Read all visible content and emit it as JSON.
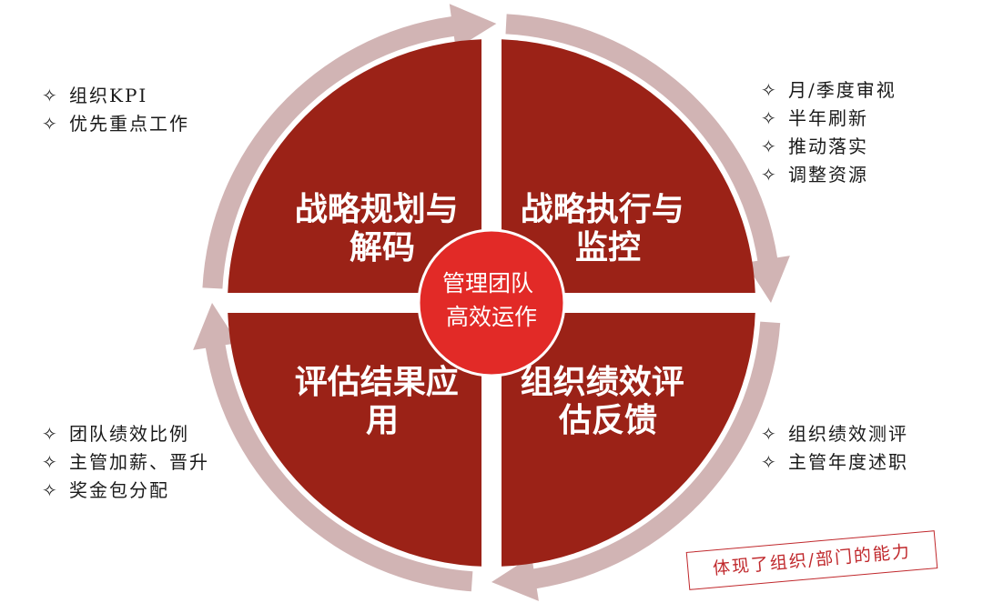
{
  "colors": {
    "quadrant": "#9b2217",
    "ring": "#d1b4b4",
    "center": "#e22a27",
    "callout": "#c0282c"
  },
  "quadrants": {
    "top_left": {
      "line1": "战略规划与",
      "line2": "解码"
    },
    "top_right": {
      "line1": "战略执行与",
      "line2": "监控"
    },
    "bottom_right": {
      "line1": "组织绩效评",
      "line2": "估反馈"
    },
    "bottom_left": {
      "line1": "评估结果应",
      "line2": "用"
    }
  },
  "center": {
    "line1": "管理团队",
    "line2": "高效运作"
  },
  "bullet_icon": "diamond-star-icon",
  "bullet_symbol": "✧",
  "lists": {
    "top_left": [
      "组织KPI",
      "优先重点工作"
    ],
    "top_right": [
      "月/季度审视",
      "半年刷新",
      "推动落实",
      "调整资源"
    ],
    "bottom_left": [
      "团队绩效比例",
      "主管加薪、晋升",
      "奖金包分配"
    ],
    "bottom_right": [
      "组织绩效测评",
      "主管年度述职"
    ]
  },
  "callout": "体现了组织/部门的能力"
}
